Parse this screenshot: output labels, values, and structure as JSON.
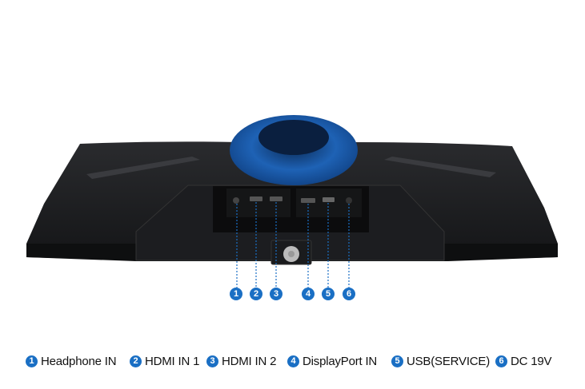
{
  "accent_color": "#1a6fc4",
  "ports": [
    {
      "number": "1",
      "label": "Headphone IN"
    },
    {
      "number": "2",
      "label": "HDMI IN 1"
    },
    {
      "number": "3",
      "label": "HDMI IN 2"
    },
    {
      "number": "4",
      "label": "DisplayPort IN"
    },
    {
      "number": "5",
      "label": "USB(SERVICE)"
    },
    {
      "number": "6",
      "label": "DC 19V"
    }
  ]
}
